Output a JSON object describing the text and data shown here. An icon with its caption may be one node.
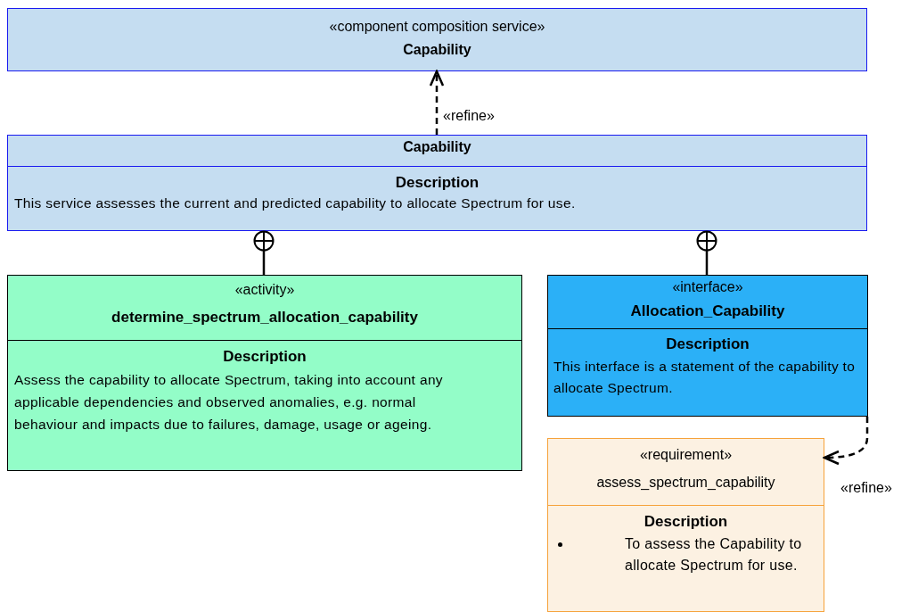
{
  "diagram": {
    "nodes": [
      {
        "text": [
          "«component composition service»",
          "Capability"
        ]
      },
      {
        "text": [
          "Capability",
          "Description",
          "This service assesses the current and predicted capability to allocate Spectrum for use."
        ]
      },
      {
        "text": [
          "«activity»",
          "determine_spectrum_allocation_capability",
          "Description",
          "Assess the capability to allocate Spectrum, taking into account any applicable dependencies and observed anomalies, e.g. normal behaviour and impacts due to failures, damage, usage or ageing."
        ]
      },
      {
        "text": [
          "«interface»",
          "Allocation_Capability",
          "Description",
          "This interface is a statement of the capability to allocate Spectrum."
        ]
      },
      {
        "text": [
          "«requirement»",
          "assess_spectrum_capability",
          "Description",
          "To assess the Capability to allocate Spectrum for use."
        ]
      }
    ],
    "edges": [
      {
        "from": 1,
        "to": 0,
        "arrow": "to",
        "style": "dashed",
        "label": "«refine»"
      },
      {
        "from": 2,
        "to": 1,
        "arrow": "other"
      },
      {
        "from": 3,
        "to": 1,
        "arrow": "other"
      },
      {
        "from": 3,
        "to": 4,
        "arrow": "to",
        "style": "dashed",
        "label": "«refine»"
      }
    ]
  }
}
